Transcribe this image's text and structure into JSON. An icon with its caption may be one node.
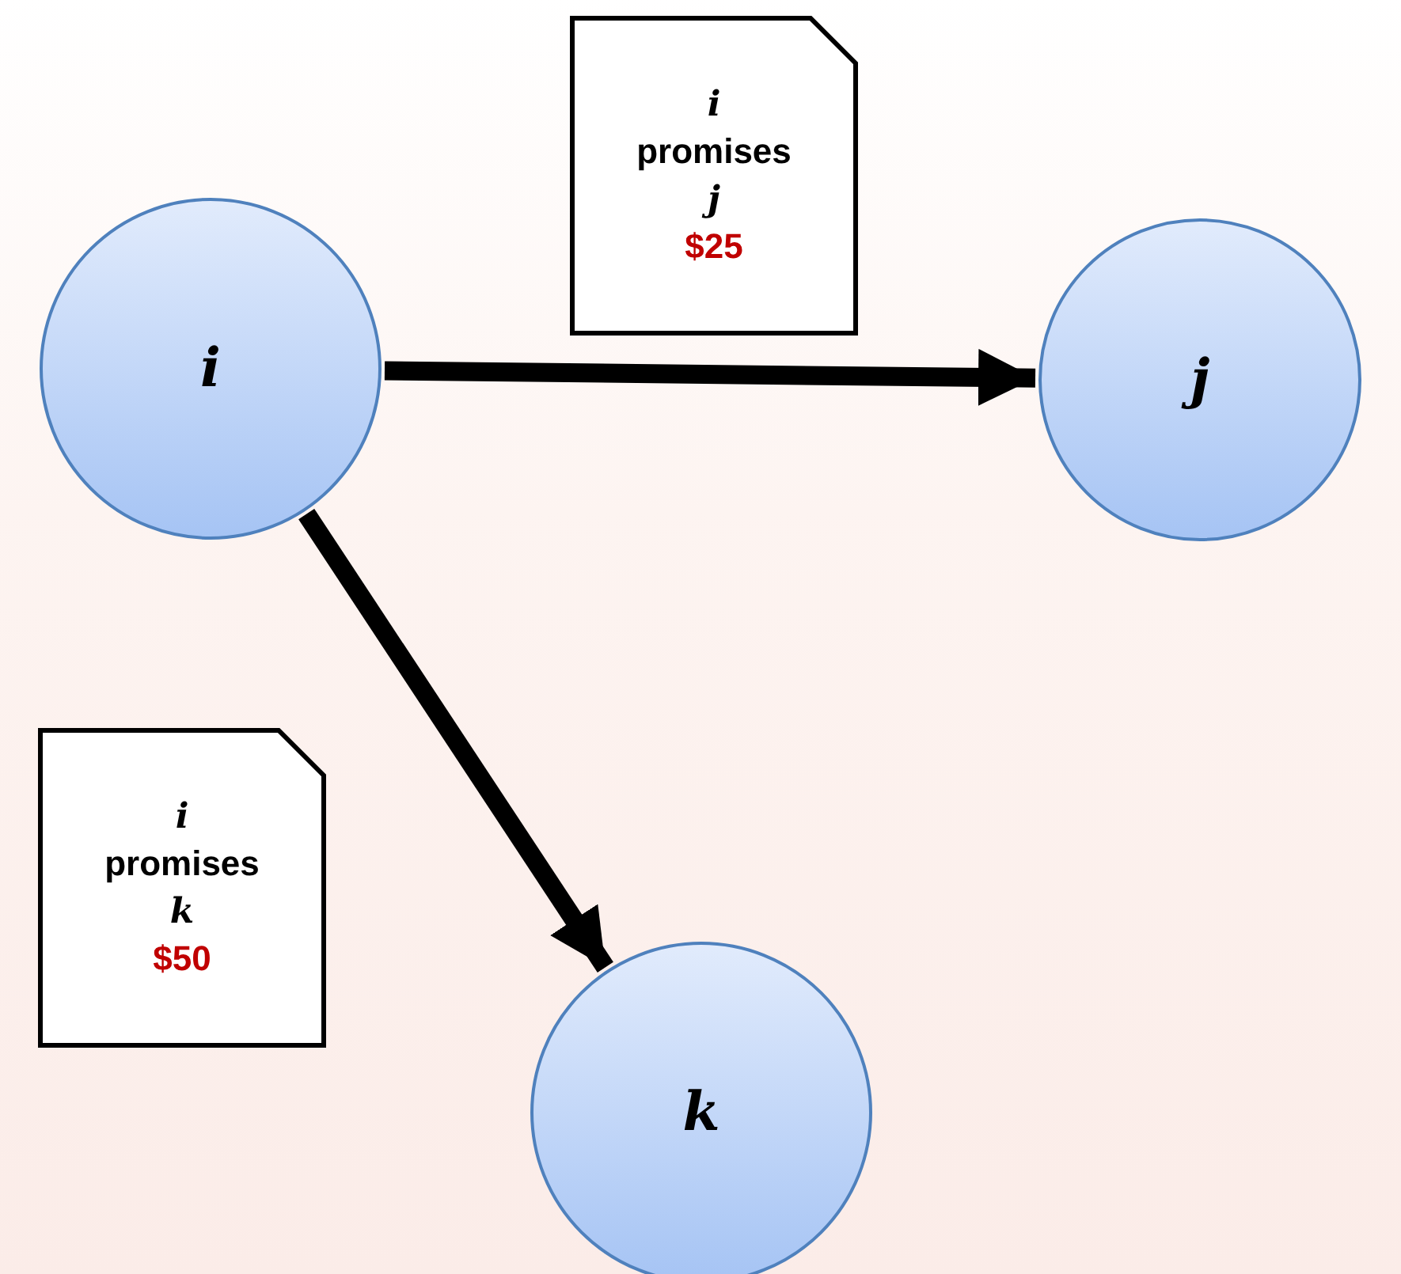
{
  "diagram": {
    "nodes": [
      {
        "text": [
          "i"
        ]
      },
      {
        "text": [
          "j"
        ]
      },
      {
        "text": [
          "k"
        ]
      },
      {
        "text": [
          "i",
          "promises",
          "j",
          "$25"
        ]
      },
      {
        "text": [
          "i",
          "promises",
          "k",
          "$50"
        ]
      }
    ],
    "edges": [
      {
        "from": 0,
        "to": 1,
        "arrow": "to"
      },
      {
        "from": 0,
        "to": 2,
        "arrow": "to"
      }
    ]
  }
}
